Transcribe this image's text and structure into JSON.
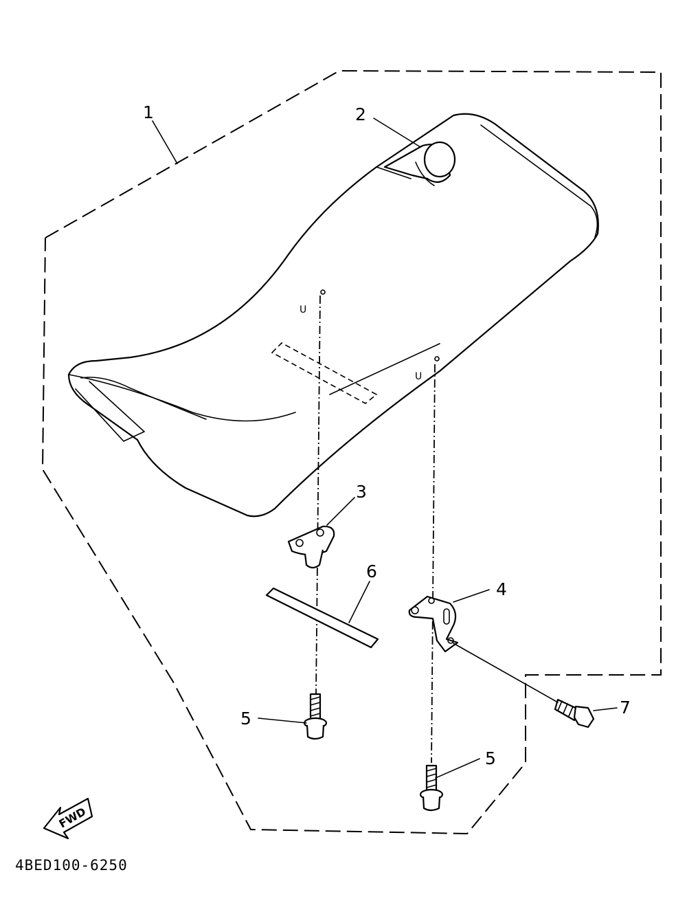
{
  "diagram": {
    "callouts": [
      {
        "id": "1",
        "label": "1"
      },
      {
        "id": "2",
        "label": "2"
      },
      {
        "id": "3",
        "label": "3"
      },
      {
        "id": "4",
        "label": "4"
      },
      {
        "id": "5a",
        "label": "5"
      },
      {
        "id": "5b",
        "label": "5"
      },
      {
        "id": "6",
        "label": "6"
      },
      {
        "id": "7",
        "label": "7"
      }
    ],
    "direction_label": "FWD",
    "drawing_code": "4BED100-6250",
    "parts": [
      "seat",
      "seat-hook",
      "bracket-3",
      "bracket-4",
      "bolt-5",
      "seat-pad-6",
      "bolt-7"
    ]
  }
}
